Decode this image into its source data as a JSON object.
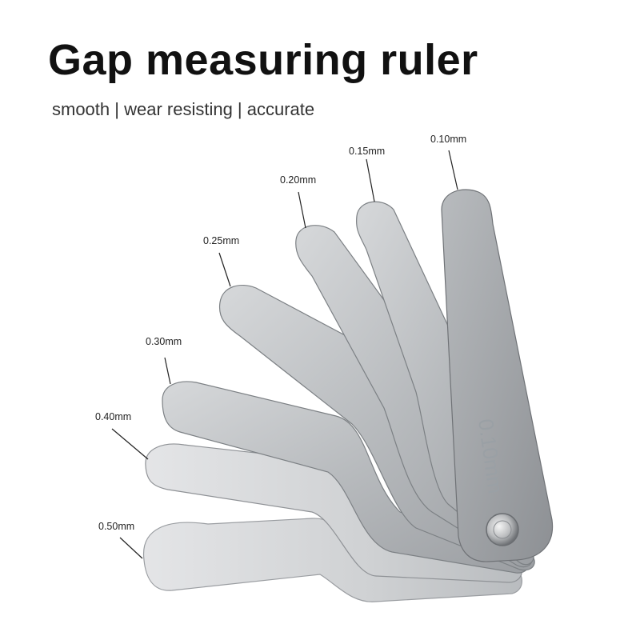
{
  "header": {
    "title": "Gap measuring ruler",
    "subtitle": "smooth | wear resisting | accurate"
  },
  "blades": [
    {
      "label": "0.50mm"
    },
    {
      "label": "0.40mm"
    },
    {
      "label": "0.30mm"
    },
    {
      "label": "0.25mm"
    },
    {
      "label": "0.20mm"
    },
    {
      "label": "0.15mm"
    },
    {
      "label": "0.10mm"
    }
  ],
  "stamp_text": "0.10mm",
  "colors": {
    "blade_light": "#d8dadc",
    "blade_mid": "#b4b7ba",
    "blade_dark": "#8f9296",
    "outline": "#7c8084"
  }
}
